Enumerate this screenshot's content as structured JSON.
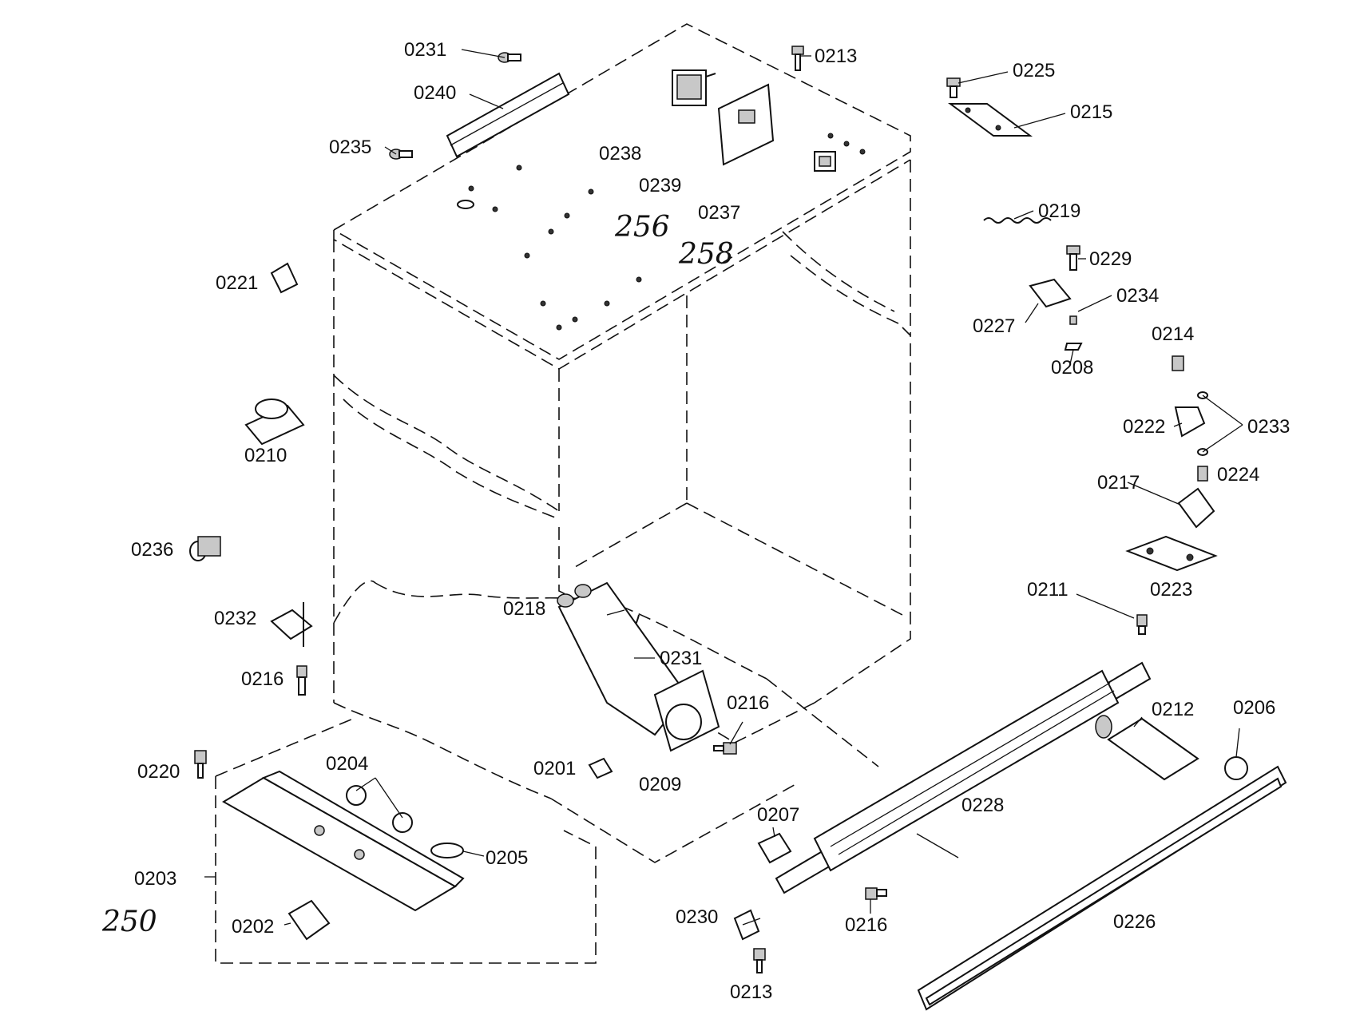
{
  "labels": {
    "p0231a": "0231",
    "p0240": "0240",
    "p0235": "0235",
    "p0238": "0238",
    "p0239": "0239",
    "p0213a": "0213",
    "p0237": "0237",
    "p0225": "0225",
    "p0215": "0215",
    "p0219": "0219",
    "p0229": "0229",
    "p0234": "0234",
    "p0227": "0227",
    "p0208": "0208",
    "p0214": "0214",
    "p0222": "0222",
    "p0233": "0233",
    "p0224": "0224",
    "p0217": "0217",
    "p0223": "0223",
    "p0211": "0211",
    "p0221": "0221",
    "p0210": "0210",
    "p0236": "0236",
    "p0232": "0232",
    "p0216a": "0216",
    "p0218": "0218",
    "p0231b": "0231",
    "p0216b": "0216",
    "p0201": "0201",
    "p0209": "0209",
    "p0220": "0220",
    "p0204": "0204",
    "p0205": "0205",
    "p0203": "0203",
    "p0202": "0202",
    "p0212": "0212",
    "p0206": "0206",
    "p0228": "0228",
    "p0207": "0207",
    "p0216c": "0216",
    "p0230": "0230",
    "p0213b": "0213",
    "p0226": "0226"
  },
  "handwritten": {
    "n256": "256",
    "n258": "258",
    "n250": "250"
  }
}
